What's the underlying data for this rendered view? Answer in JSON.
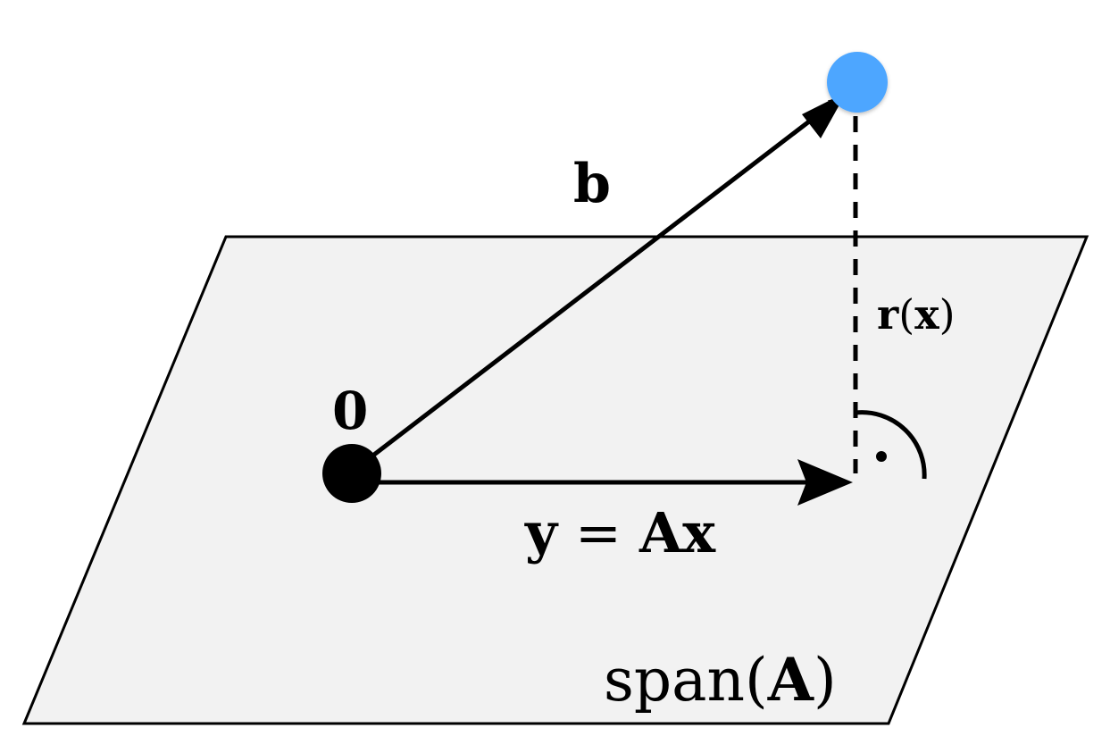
{
  "colors": {
    "plane_fill": "#f2f2f2",
    "stroke": "#000000",
    "point_b": "#4da6ff",
    "origin": "#000000"
  },
  "labels": {
    "origin": "0",
    "vector_b": "b",
    "residual": {
      "symbol": "r",
      "argument": "x"
    },
    "projection": {
      "lhs": "y",
      "eq": "=",
      "rhs_matrix": "A",
      "rhs_vector": "x"
    },
    "plane": {
      "func": "span",
      "argument": "A"
    }
  }
}
